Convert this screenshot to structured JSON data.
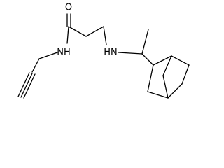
{
  "structure": {
    "atoms": {
      "oxygen": "O",
      "amide_nitrogen": "NH",
      "amine_nitrogen": "HN"
    },
    "colors": {
      "line": "#000000",
      "background": "#ffffff"
    }
  }
}
